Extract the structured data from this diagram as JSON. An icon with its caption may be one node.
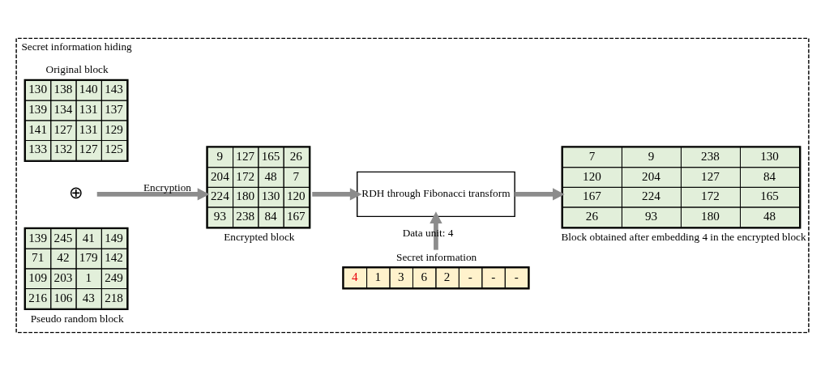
{
  "diagram": {
    "nodes": [
      {
        "text": [
          "Secret information hiding"
        ]
      },
      {
        "text": [
          "Original block",
          "130",
          "138",
          "140",
          "143",
          "139",
          "134",
          "131",
          "137",
          "141",
          "127",
          "131",
          "129",
          "133",
          "132",
          "127",
          "125"
        ],
        "in": 0
      },
      {
        "text": [
          "⊕"
        ],
        "in": 0
      },
      {
        "text": [
          "139",
          "245",
          "41",
          "149",
          "71",
          "42",
          "179",
          "142",
          "109",
          "203",
          "1",
          "249",
          "216",
          "106",
          "43",
          "218",
          "Pseudo random block"
        ],
        "in": 0
      },
      {
        "text": [
          "9",
          "127",
          "165",
          "26",
          "204",
          "172",
          "48",
          "7",
          "224",
          "180",
          "130",
          "120",
          "93",
          "238",
          "84",
          "167",
          "Encrypted block"
        ],
        "in": 0
      },
      {
        "text": [
          "Secret information",
          "4",
          "1",
          "3",
          "6",
          "2",
          "-",
          "-",
          "-"
        ],
        "in": 0
      },
      {
        "text": [
          "RDH through Fibonacci transform"
        ],
        "in": 0
      },
      {
        "text": [
          "7",
          "9",
          "238",
          "130",
          "120",
          "204",
          "127",
          "84",
          "167",
          "224",
          "172",
          "165",
          "26",
          "93",
          "180",
          "48",
          "Block obtained after embedding 4 in the encrypted block"
        ],
        "in": 0
      }
    ],
    "edges": [
      {
        "from": 2,
        "to": 4,
        "arrow": "to",
        "label": "Encryption"
      },
      {
        "from": 4,
        "to": 6,
        "arrow": "to"
      },
      {
        "from": 5,
        "to": 6,
        "arrow": "to",
        "label": "Data unit: 4"
      },
      {
        "from": 6,
        "to": 7,
        "arrow": "to"
      }
    ]
  }
}
